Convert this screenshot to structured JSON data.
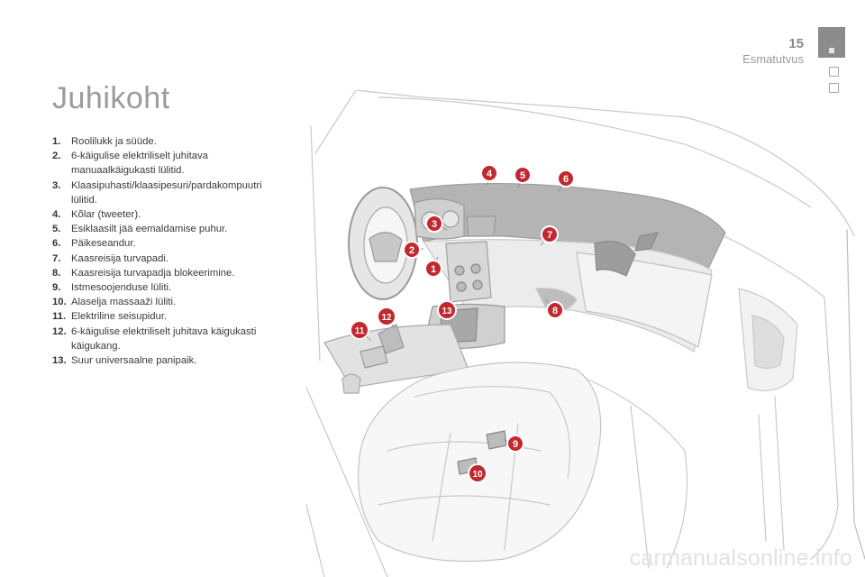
{
  "header": {
    "page_number": "15",
    "section": "Esmatutvus"
  },
  "title": "Juhikoht",
  "legend": [
    {
      "num": "1.",
      "text": "Roolilukk ja süüde."
    },
    {
      "num": "2.",
      "text": "6-käigulise elektriliselt juhitava manuaalkäigukasti lülitid."
    },
    {
      "num": "3.",
      "text": "Klaasipuhasti/klaasipesuri/pardakompuutri lülitid."
    },
    {
      "num": "4.",
      "text": "Kõlar (tweeter)."
    },
    {
      "num": "5.",
      "text": "Esiklaasilt jää eemaldamise puhur."
    },
    {
      "num": "6.",
      "text": "Päikeseandur."
    },
    {
      "num": "7.",
      "text": "Kaasreisija turvapadi."
    },
    {
      "num": "8.",
      "text": "Kaasreisija turvapadja blokeerimine."
    },
    {
      "num": "9.",
      "text": "Istmesoojenduse lüliti."
    },
    {
      "num": "10.",
      "text": "Alaselja massaaži lüliti."
    },
    {
      "num": "11.",
      "text": "Elektriline seisupidur."
    },
    {
      "num": "12.",
      "text": "6-käigulise elektriliselt juhitava käigukasti käigukang."
    },
    {
      "num": "13.",
      "text": "Suur universaalne panipaik."
    }
  ],
  "callouts": [
    "1",
    "2",
    "3",
    "4",
    "5",
    "6",
    "7",
    "8",
    "9",
    "10",
    "11",
    "12",
    "13"
  ],
  "colors": {
    "callout_fill": "#c2282f",
    "title": "#9b9b9b",
    "tab_active": "#8c8c8c"
  },
  "watermark": "carmanualsonline.info"
}
